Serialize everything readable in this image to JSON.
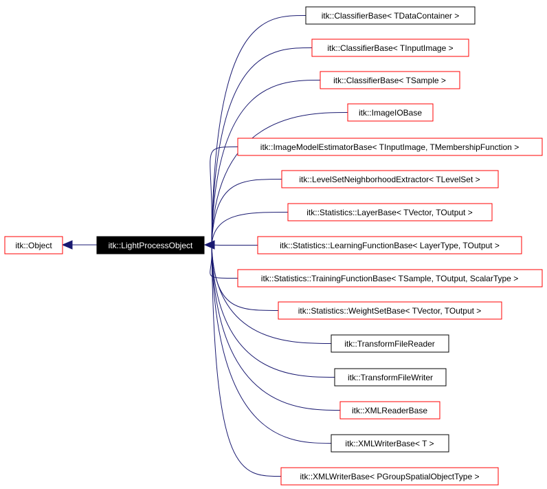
{
  "diagram": {
    "focus": {
      "id": "lpo",
      "label": "itk::LightProcessObject"
    },
    "parent": {
      "id": "object",
      "label": "itk::Object",
      "border": "red"
    },
    "children": [
      {
        "id": "c1",
        "label": "itk::ClassifierBase< TDataContainer >",
        "border": "black"
      },
      {
        "id": "c2",
        "label": "itk::ClassifierBase< TInputImage >",
        "border": "red"
      },
      {
        "id": "c3",
        "label": "itk::ClassifierBase< TSample >",
        "border": "red"
      },
      {
        "id": "c4",
        "label": "itk::ImageIOBase",
        "border": "red"
      },
      {
        "id": "c5",
        "label": "itk::ImageModelEstimatorBase< TInputImage, TMembershipFunction >",
        "border": "red"
      },
      {
        "id": "c6",
        "label": "itk::LevelSetNeighborhoodExtractor< TLevelSet >",
        "border": "red"
      },
      {
        "id": "c7",
        "label": "itk::Statistics::LayerBase< TVector, TOutput >",
        "border": "red"
      },
      {
        "id": "c8",
        "label": "itk::Statistics::LearningFunctionBase< LayerType, TOutput >",
        "border": "red"
      },
      {
        "id": "c9",
        "label": "itk::Statistics::TrainingFunctionBase< TSample, TOutput, ScalarType >",
        "border": "red"
      },
      {
        "id": "c10",
        "label": "itk::Statistics::WeightSetBase< TVector, TOutput >",
        "border": "red"
      },
      {
        "id": "c11",
        "label": "itk::TransformFileReader",
        "border": "black"
      },
      {
        "id": "c12",
        "label": "itk::TransformFileWriter",
        "border": "black"
      },
      {
        "id": "c13",
        "label": "itk::XMLReaderBase",
        "border": "red"
      },
      {
        "id": "c14",
        "label": "itk::XMLWriterBase< T >",
        "border": "black"
      },
      {
        "id": "c15",
        "label": "itk::XMLWriterBase< PGroupSpatialObjectType >",
        "border": "red"
      }
    ],
    "colors": {
      "edge": "#191970",
      "red_border": "#ff0000",
      "black_border": "#000000",
      "focus_fill": "#000000",
      "focus_text": "#ffffff"
    }
  }
}
